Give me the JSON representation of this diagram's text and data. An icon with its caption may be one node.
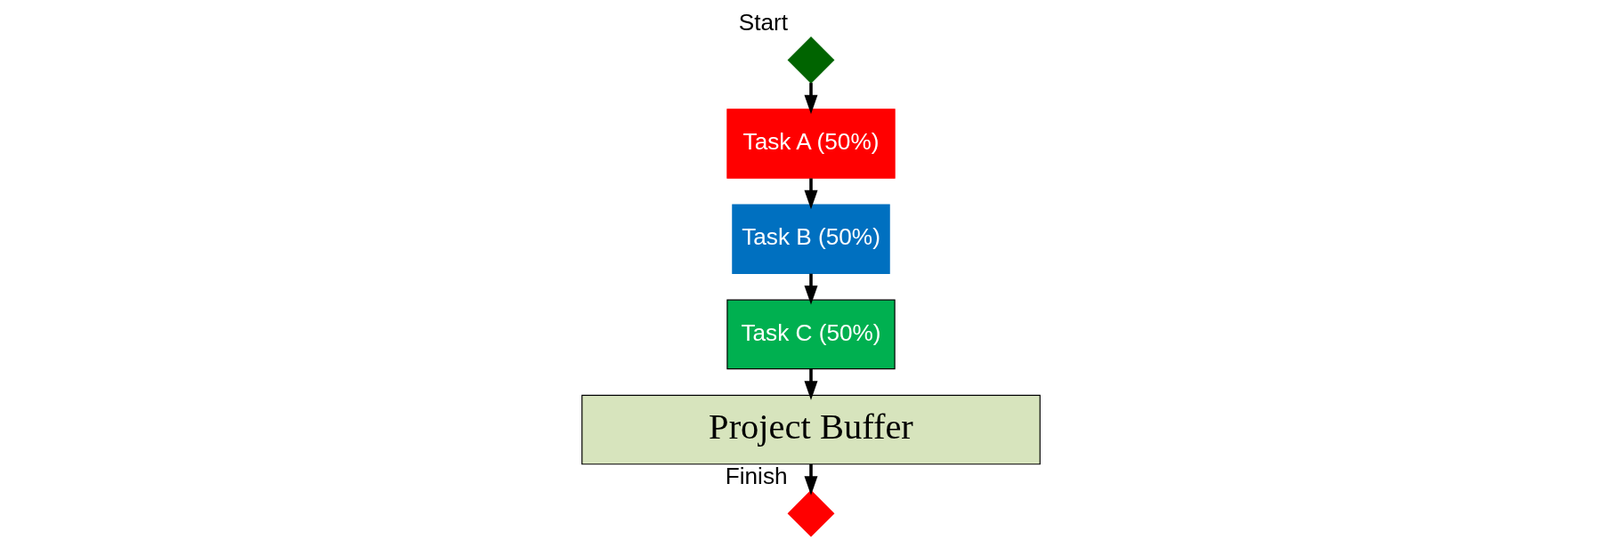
{
  "diagram": {
    "nodes": [
      {
        "text": [],
        "shape": "diamond",
        "beside": [
          "Start"
        ]
      },
      {
        "text": [
          "Task A (50%)"
        ]
      },
      {
        "text": [
          "Task B (50%)"
        ]
      },
      {
        "text": [
          "Task C (50%)"
        ]
      },
      {
        "text": [
          "Project Buffer"
        ]
      },
      {
        "text": [],
        "shape": "diamond",
        "beside": [
          "Finish"
        ]
      }
    ],
    "edges": [
      {
        "from": 0,
        "to": 1,
        "arrow": "to"
      },
      {
        "from": 1,
        "to": 2,
        "arrow": "to"
      },
      {
        "from": 2,
        "to": 3,
        "arrow": "to"
      },
      {
        "from": 3,
        "to": 4,
        "arrow": "to"
      },
      {
        "from": 4,
        "to": 5,
        "arrow": "to"
      }
    ]
  }
}
